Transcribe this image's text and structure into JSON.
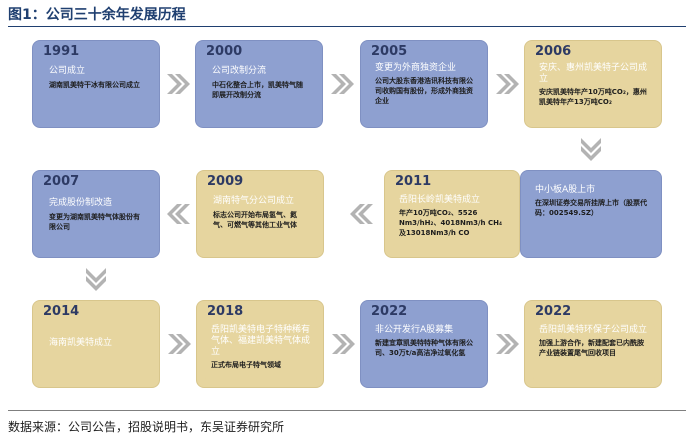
{
  "title": "图1：公司三十余年发展历程",
  "source": "数据来源：公司公告，招股说明书，东吴证券研究所",
  "events": [
    {
      "year": "1991",
      "headline": "公司成立",
      "detail": "湖南凯美特干冰有限公司成立"
    },
    {
      "year": "2000",
      "headline": "公司改制分流",
      "detail": "中石化整合上市，凯美特气随即展开改制分流"
    },
    {
      "year": "2005",
      "headline": "变更为外商独资企业",
      "detail": "公司大股东香港浩讯科技有限公司收购国有股份，形成外商独资企业"
    },
    {
      "year": "2006",
      "headline": "安庆、惠州凯美特子公司成立",
      "detail": "安庆凯美特年产10万吨CO₂，惠州凯美特年产13万吨CO₂"
    },
    {
      "year": "2007",
      "headline": "完成股份制改造",
      "detail": "变更为湖南凯美特气体股份有限公司"
    },
    {
      "year": "2009",
      "headline": "湖南特气分公司成立",
      "detail": "标志公司开始布局氢气、氮气、可燃气等其他工业气体"
    },
    {
      "year": "2011",
      "headline": "岳阳长岭凯美特成立",
      "detail": "年产10万吨CO₂、5526 Nm3/hH₂、4018Nm3/h CH₄及13018Nm3/h CO",
      "sub_headline": "中小板A股上市",
      "sub_detail": "在深圳证券交易所挂牌上市（股票代码：002549.SZ）"
    },
    {
      "year": "2014",
      "headline": "海南凯美特成立",
      "detail": ""
    },
    {
      "year": "2018",
      "headline": "岳阳凯美特电子特种稀有气体、福建凯美特气体成立",
      "detail": "正式布局电子特气领域"
    },
    {
      "year": "2022",
      "headline": "非公开发行A股募集",
      "detail": "新建宜章凯美特特种气体有限公司、30万t/a高洁净过氧化氢"
    },
    {
      "year": "2022",
      "headline": "岳阳凯美特环保子公司成立",
      "detail": "加强上游合作，新建配套已内酰胺产业链装置尾气回收项目"
    }
  ]
}
